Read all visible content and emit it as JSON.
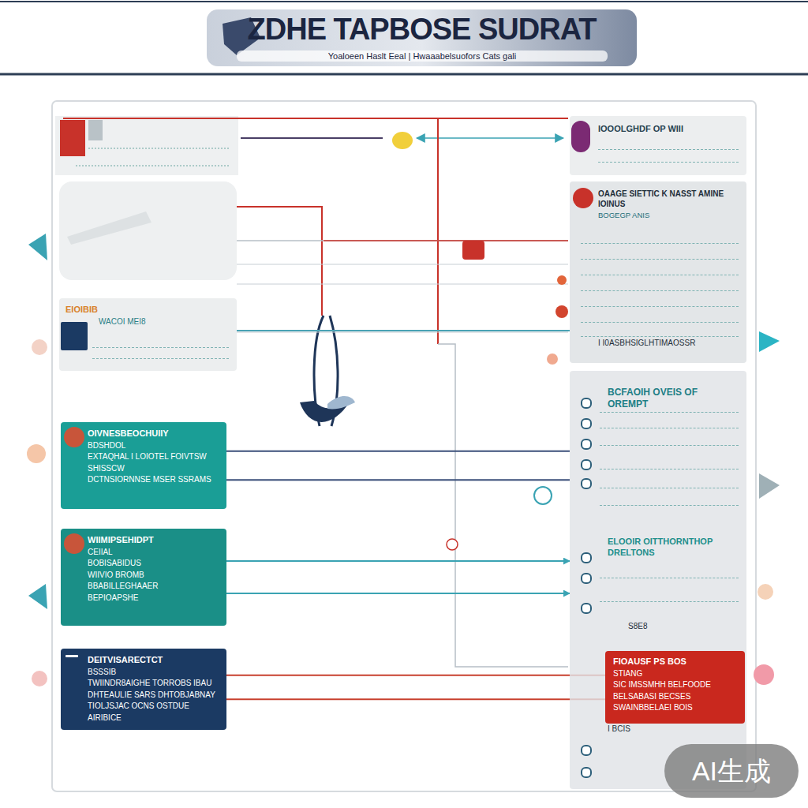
{
  "diagram": {
    "title": "ZDHE TAPBOSE SUDRAT",
    "nodes": [
      {
        "text": [
          "IOOOLGHDF OP WIII"
        ]
      },
      {
        "text": [
          "OAAGE SIETTIC K NASST AMINE IOINUS",
          "BOGEGP ANIS",
          "I I0ASBHSIGLHTIMAOSSR"
        ]
      },
      {
        "text": [
          "EIOIBIB",
          "WACOI MEI8"
        ]
      },
      {
        "text": [
          "OIVNESBEOCHUIIY",
          "BDSHDOL",
          "EXTAQHAL I LOIOTEL FOIVTSW",
          "SHISSCW",
          "DCTNSIORNNSE MSER SSRAMS"
        ]
      },
      {
        "text": [
          "WIIMIPSEHIDPT",
          "CEIIAL",
          "BOBISABIDUS",
          "WIIVIO BROMB",
          "BBABILLEGHAAER",
          "BEPIOAPSHE"
        ]
      },
      {
        "text": [
          "DEITVISARECTCT",
          "BSSSIB",
          "TWIINDR8AIGHE TORROBS IBAU",
          "DHTEAULIE SARS DHTOBJABNAY",
          "TIOLJSJAC OCNS OSTDUE",
          "AIRIBICE"
        ]
      },
      {
        "text": [
          "BCFAOIH OVEIS OF OREMPT",
          "ELOOIR OITTHORNTHOP DRELTONS",
          "S8E8",
          "I BCIS"
        ]
      },
      {
        "text": [
          "FIOAUSF PS BOS",
          "STIANG",
          "SIC IMSSMHH BELFOODE",
          "BELSABASI BECSES",
          "SWAINBBELAEI BOIS"
        ],
        "in": 6
      }
    ],
    "edges": [
      {
        "from": 2,
        "to": 1,
        "arrow": "none"
      },
      {
        "from": 3,
        "to": 6,
        "arrow": "none"
      },
      {
        "from": 3,
        "to": 6,
        "arrow": "none"
      },
      {
        "from": 4,
        "to": 6,
        "arrow": "to"
      },
      {
        "from": 4,
        "to": 6,
        "arrow": "to"
      },
      {
        "from": 5,
        "to": 7,
        "arrow": "none"
      },
      {
        "from": 5,
        "to": 7,
        "arrow": "none"
      }
    ],
    "labels": [
      "Yoaloeen Haslt Eeal | Hwaaabelsuofors Cats gali",
      "AI生成"
    ]
  }
}
